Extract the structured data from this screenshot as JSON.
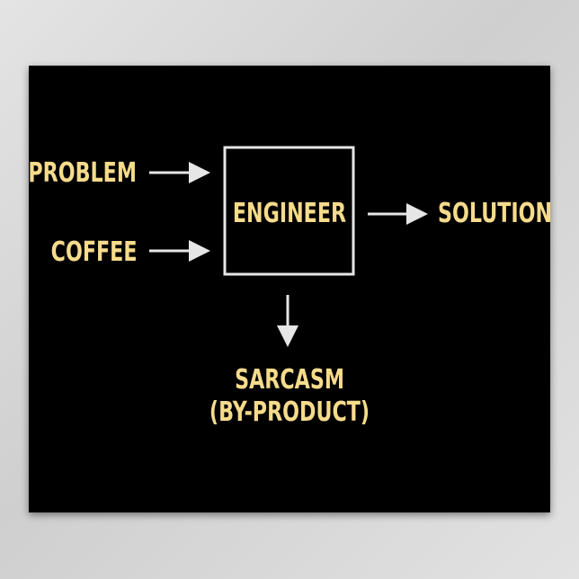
{
  "diagram": {
    "inputs": [
      "PROBLEM",
      "COFFEE"
    ],
    "process": "ENGINEER",
    "output": "SOLUTION",
    "byproduct": [
      "SARCASM",
      "(BY-PRODUCT)"
    ]
  },
  "colors": {
    "background": "#000000",
    "text": "#f6db8b",
    "lines": "#e6e6e6"
  }
}
